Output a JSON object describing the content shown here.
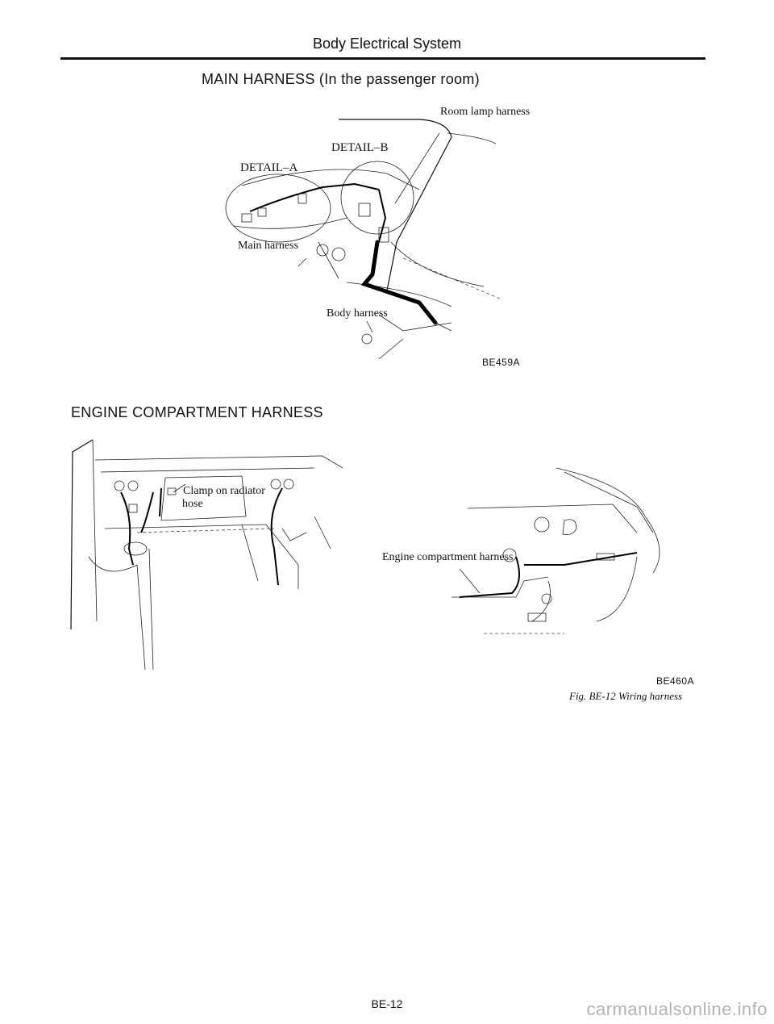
{
  "header": {
    "title": "Body Electrical System"
  },
  "main_harness": {
    "title": "MAIN HARNESS (In the passenger room)",
    "labels": {
      "room_lamp": "Room lamp harness",
      "detail_b": "DETAIL–B",
      "detail_a": "DETAIL–A",
      "main_harness": "Main harness",
      "body_harness": "Body harness"
    },
    "figure_code": "BE459A"
  },
  "engine_harness": {
    "title": "ENGINE COMPARTMENT HARNESS",
    "labels": {
      "clamp_line1": "Clamp on radiator",
      "clamp_line2": "hose",
      "engine_compartment": "Engine compartment harness"
    },
    "figure_code": "BE460A",
    "caption": "Fig. BE-12 Wiring harness"
  },
  "footer": {
    "page_number": "BE-12",
    "watermark": "carmanualsonline.info"
  }
}
